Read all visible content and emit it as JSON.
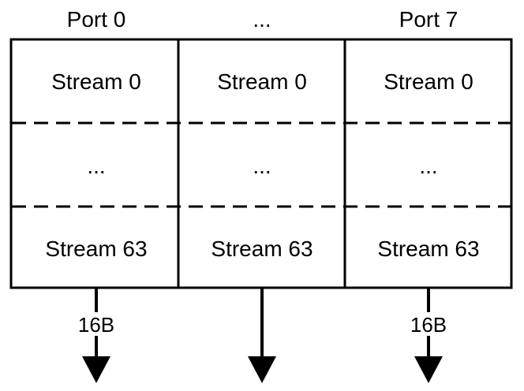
{
  "colors": {
    "stroke": "#000000",
    "background": "#ffffff"
  },
  "ports": [
    {
      "label": "Port 0",
      "streams": [
        "Stream 0",
        "...",
        "Stream 63"
      ],
      "bandwidth_label": "16B"
    },
    {
      "label": "...",
      "streams": [
        "Stream 0",
        "...",
        "Stream 63"
      ],
      "bandwidth_label": ""
    },
    {
      "label": "Port 7",
      "streams": [
        "Stream 0",
        "...",
        "Stream 63"
      ],
      "bandwidth_label": "16B"
    }
  ]
}
